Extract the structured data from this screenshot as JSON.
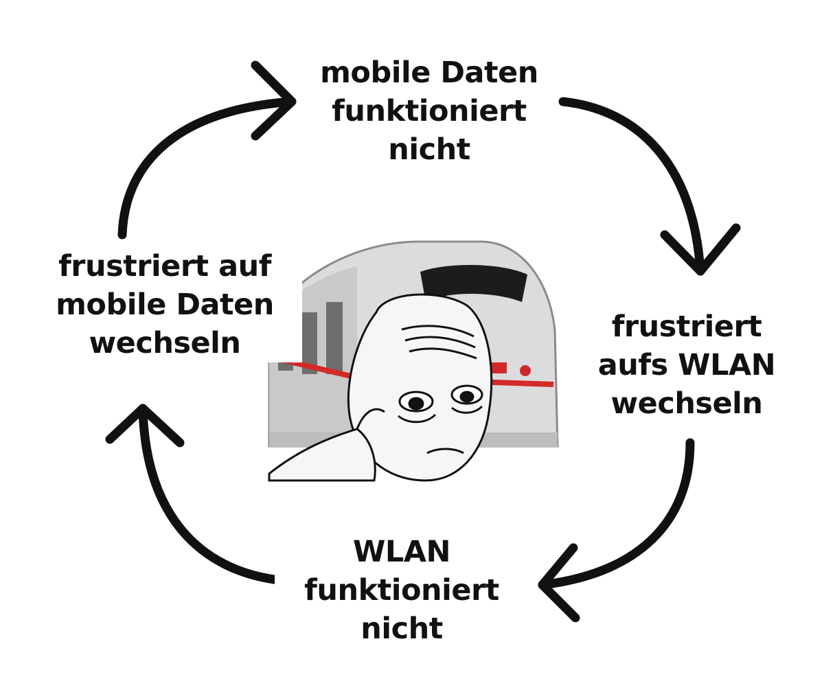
{
  "diagram": {
    "nodes": [
      {
        "id": "top",
        "lines": [
          "mobile Daten",
          "funktioniert",
          "nicht"
        ]
      },
      {
        "id": "right",
        "lines": [
          "frustriert",
          "aufs WLAN",
          "wechseln"
        ]
      },
      {
        "id": "bottom",
        "lines": [
          "WLAN",
          "funktioniert",
          "nicht"
        ]
      },
      {
        "id": "left",
        "lines": [
          "frustriert auf",
          "mobile Daten",
          "wechseln"
        ]
      }
    ],
    "edges": [
      {
        "from": "left",
        "to": "top"
      },
      {
        "from": "top",
        "to": "right"
      },
      {
        "from": "right",
        "to": "bottom"
      },
      {
        "from": "bottom",
        "to": "left"
      }
    ],
    "arrow_color": "#111111",
    "center_illustration": "sad-wojak-in-front-of-ice-train-image"
  }
}
